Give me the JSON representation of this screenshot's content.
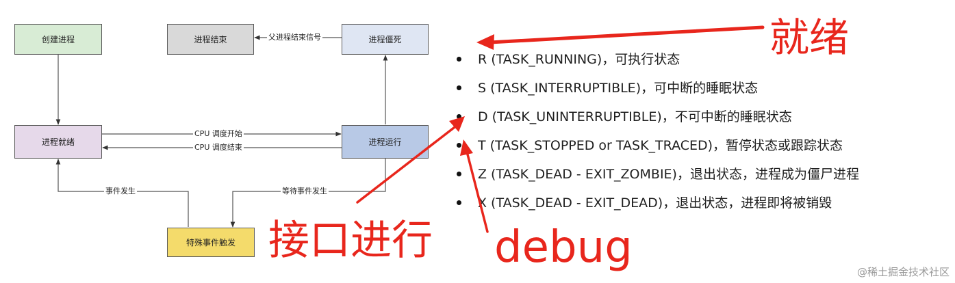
{
  "diagram": {
    "nodes": {
      "create": {
        "label": "创建进程",
        "fill": "#d8ecd5"
      },
      "end": {
        "label": "进程结束",
        "fill": "#d9d9d9"
      },
      "zombie": {
        "label": "进程僵死",
        "fill": "#dfe6f3"
      },
      "ready": {
        "label": "进程就绪",
        "fill": "#e6d9ea"
      },
      "running": {
        "label": "进程运行",
        "fill": "#b8c9e6"
      },
      "special": {
        "label": "特殊事件触发",
        "fill": "#f4db6b"
      }
    },
    "edges": {
      "parent_signal": "父进程结束信号",
      "cpu_start": "CPU 调度开始",
      "cpu_end": "CPU 调度结束",
      "event_occurs": "事件发生",
      "wait_event": "等待事件发生"
    }
  },
  "states": [
    "R (TASK_RUNNING)，可执行状态",
    "S (TASK_INTERRUPTIBLE)，可中断的睡眠状态",
    "D (TASK_UNINTERRUPTIBLE)，不可中断的睡眠状态",
    "T (TASK_STOPPED or TASK_TRACED)，暂停状态或跟踪状态",
    "Z (TASK_DEAD - EXIT_ZOMBIE)，退出状态，进程成为僵尸进程",
    "X (TASK_DEAD - EXIT_DEAD)，退出状态，进程即将被销毁"
  ],
  "annotations": {
    "ready": "就绪",
    "interface": "接口进行",
    "debug": "debug",
    "color": "#e8261c"
  },
  "watermark": "@稀土掘金技术社区"
}
